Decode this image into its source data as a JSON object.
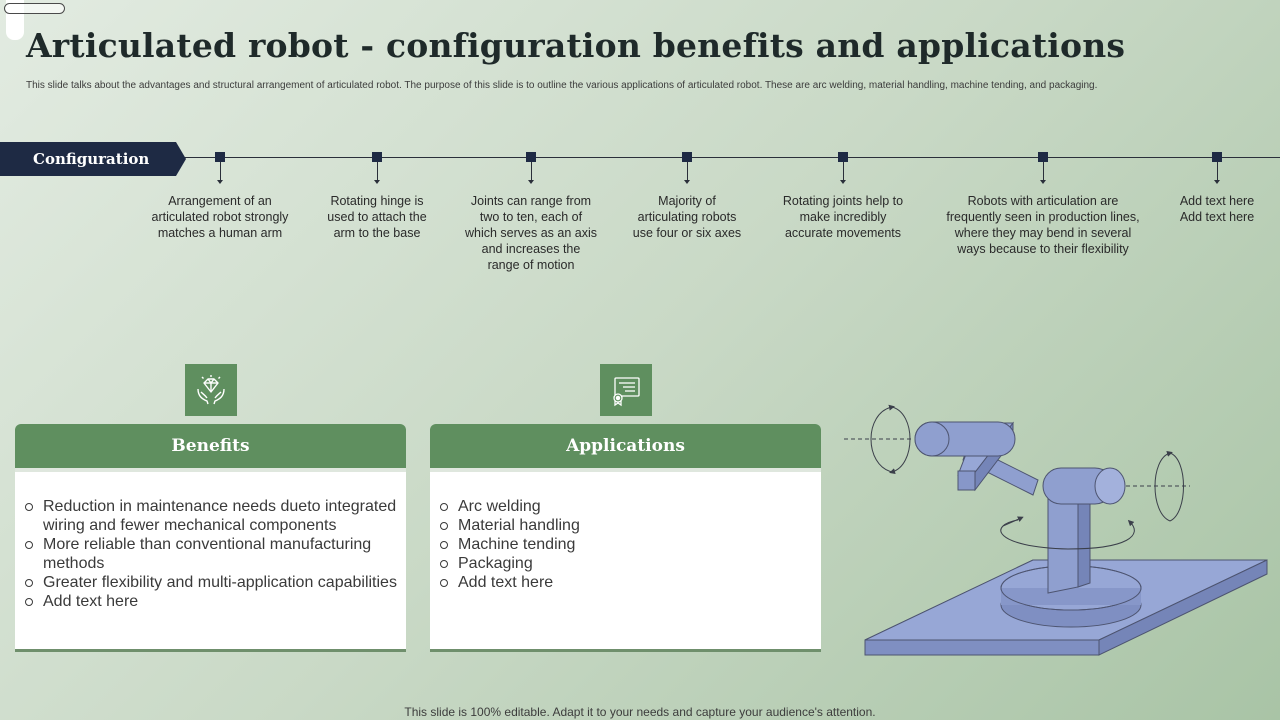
{
  "title": "Articulated robot - configuration benefits and applications",
  "subtitle": "This slide talks about the advantages and structural arrangement of articulated robot. The purpose of this slide is to outline the various applications of articulated robot. These are arc welding, material handling, machine tending, and packaging.",
  "timeline": {
    "label": "Configuration",
    "items": [
      {
        "text": "Arrangement of an\narticulated robot strongly\nmatches a human arm"
      },
      {
        "text": "Rotating hinge is\nused to attach the\narm to the base"
      },
      {
        "text": "Joints can range from\ntwo to ten, each of\nwhich serves as an axis\nand increases the\nrange of motion"
      },
      {
        "text": "Majority of\narticulating robots\nuse four or six axes"
      },
      {
        "text": "Rotating joints help to\nmake incredibly\naccurate movements"
      },
      {
        "text": "Robots with articulation are\nfrequently seen in production lines,\nwhere they may bend in several\nways because to their flexibility"
      },
      {
        "text": "Add text here\nAdd text here"
      }
    ]
  },
  "benefits": {
    "icon": "diamond-in-hands-icon",
    "title": "Benefits",
    "items": [
      "Reduction in maintenance needs dueto integrated wiring and fewer mechanical components",
      "More reliable than conventional manufacturing methods",
      "Greater flexibility and multi-application capabilities",
      "Add text here"
    ]
  },
  "applications": {
    "icon": "certificate-icon",
    "title": "Applications",
    "items": [
      "Arc welding",
      "Material handling",
      "Machine tending",
      "Packaging",
      "Add text here"
    ]
  },
  "colors": {
    "accent_green": "#5f8f5f",
    "navy": "#1e2a44",
    "robot_fill": "#8f9fcf"
  },
  "footer": "This slide is 100% editable. Adapt it to your needs and capture your audience's attention."
}
